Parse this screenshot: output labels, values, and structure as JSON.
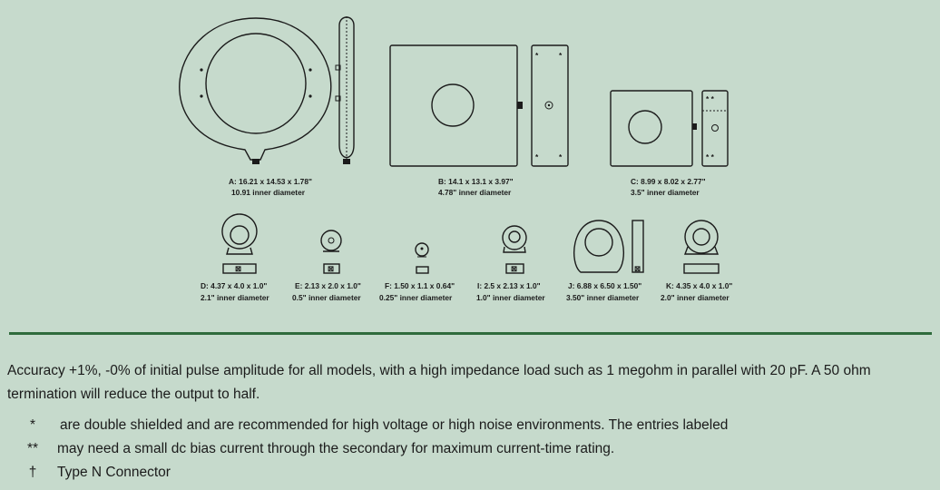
{
  "models": [
    {
      "dims": "A: 16.21 x 14.53 x 1.78\"",
      "inner": "10.91 inner diameter"
    },
    {
      "dims": "B: 14.1 x 13.1 x 3.97\"",
      "inner": "4.78\" inner diameter"
    },
    {
      "dims": "C: 8.99 x 8.02 x 2.77\"",
      "inner": "3.5\" inner diameter"
    },
    {
      "dims": "D:  4.37 x 4.0 x 1.0\"",
      "inner": "2.1\" inner diameter"
    },
    {
      "dims": "E:  2.13 x 2.0 x 1.0\"",
      "inner": "0.5\" inner diameter"
    },
    {
      "dims": "F: 1.50 x 1.1 x  0.64\"",
      "inner": "0.25\" inner diameter"
    },
    {
      "dims": "I: 2.5 x 2.13 x 1.0\"",
      "inner": "1.0\" inner diameter"
    },
    {
      "dims": "J: 6.88 x 6.50 x 1.50\"",
      "inner": "3.50\" inner diameter"
    },
    {
      "dims": "K: 4.35 x 4.0 x 1.0\"",
      "inner": "2.0\" inner diameter"
    }
  ],
  "note": "Accuracy +1%, -0% of initial pulse amplitude for all models, with a high impedance load such as 1 megohm in parallel with 20 pF. A 50 ohm termination will reduce the output to half.",
  "footnotes": [
    {
      "symbol": "*",
      "text": "are double shielded and are recommended for high voltage or high noise environments. The entries labeled"
    },
    {
      "symbol": "**",
      "text": "may need a small dc bias current through the secondary for maximum current-time rating."
    },
    {
      "symbol": "†",
      "text": "Type N Connector"
    }
  ],
  "colors": {
    "background": "#c6dacc",
    "rule": "#2f6b3c",
    "ink": "#1b1b1b"
  }
}
